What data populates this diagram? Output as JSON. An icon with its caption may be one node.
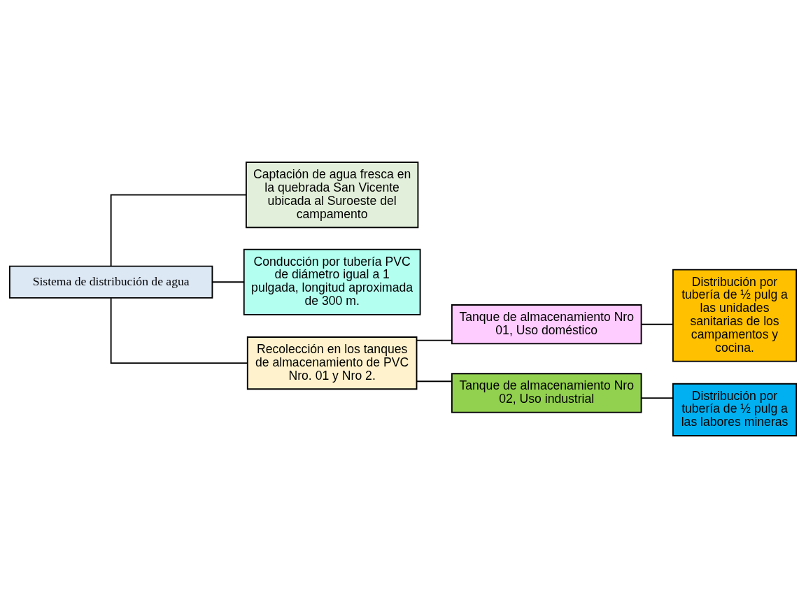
{
  "diagram": {
    "nodes": [
      {
        "text": [
          "Sistema de distribución de agua"
        ]
      },
      {
        "text": [
          "Captación de agua fresca en la quebrada San Vicente ubicada al Suroeste del campamento"
        ]
      },
      {
        "text": [
          "Conducción por tubería PVC de diámetro igual a 1 pulgada, longitud aproximada de 300 m."
        ]
      },
      {
        "text": [
          "Recolección en los tanques de almacenamiento de PVC Nro. 01 y Nro 2."
        ]
      },
      {
        "text": [
          "Tanque de almacenamiento Nro 01, Uso doméstico"
        ]
      },
      {
        "text": [
          "Tanque de almacenamiento Nro 02, Uso industrial"
        ]
      },
      {
        "text": [
          "Distribución por tubería de ½ pulg a las unidades sanitarias de los campamentos y cocina."
        ]
      },
      {
        "text": [
          "Distribución por tubería de ½ pulg a las labores mineras"
        ]
      }
    ],
    "edges": [
      {
        "from": 0,
        "to": 1,
        "arrow": "none"
      },
      {
        "from": 0,
        "to": 2,
        "arrow": "none"
      },
      {
        "from": 0,
        "to": 3,
        "arrow": "none"
      },
      {
        "from": 3,
        "to": 4,
        "arrow": "none"
      },
      {
        "from": 3,
        "to": 5,
        "arrow": "none"
      },
      {
        "from": 4,
        "to": 6,
        "arrow": "none"
      },
      {
        "from": 5,
        "to": 7,
        "arrow": "none"
      }
    ]
  }
}
